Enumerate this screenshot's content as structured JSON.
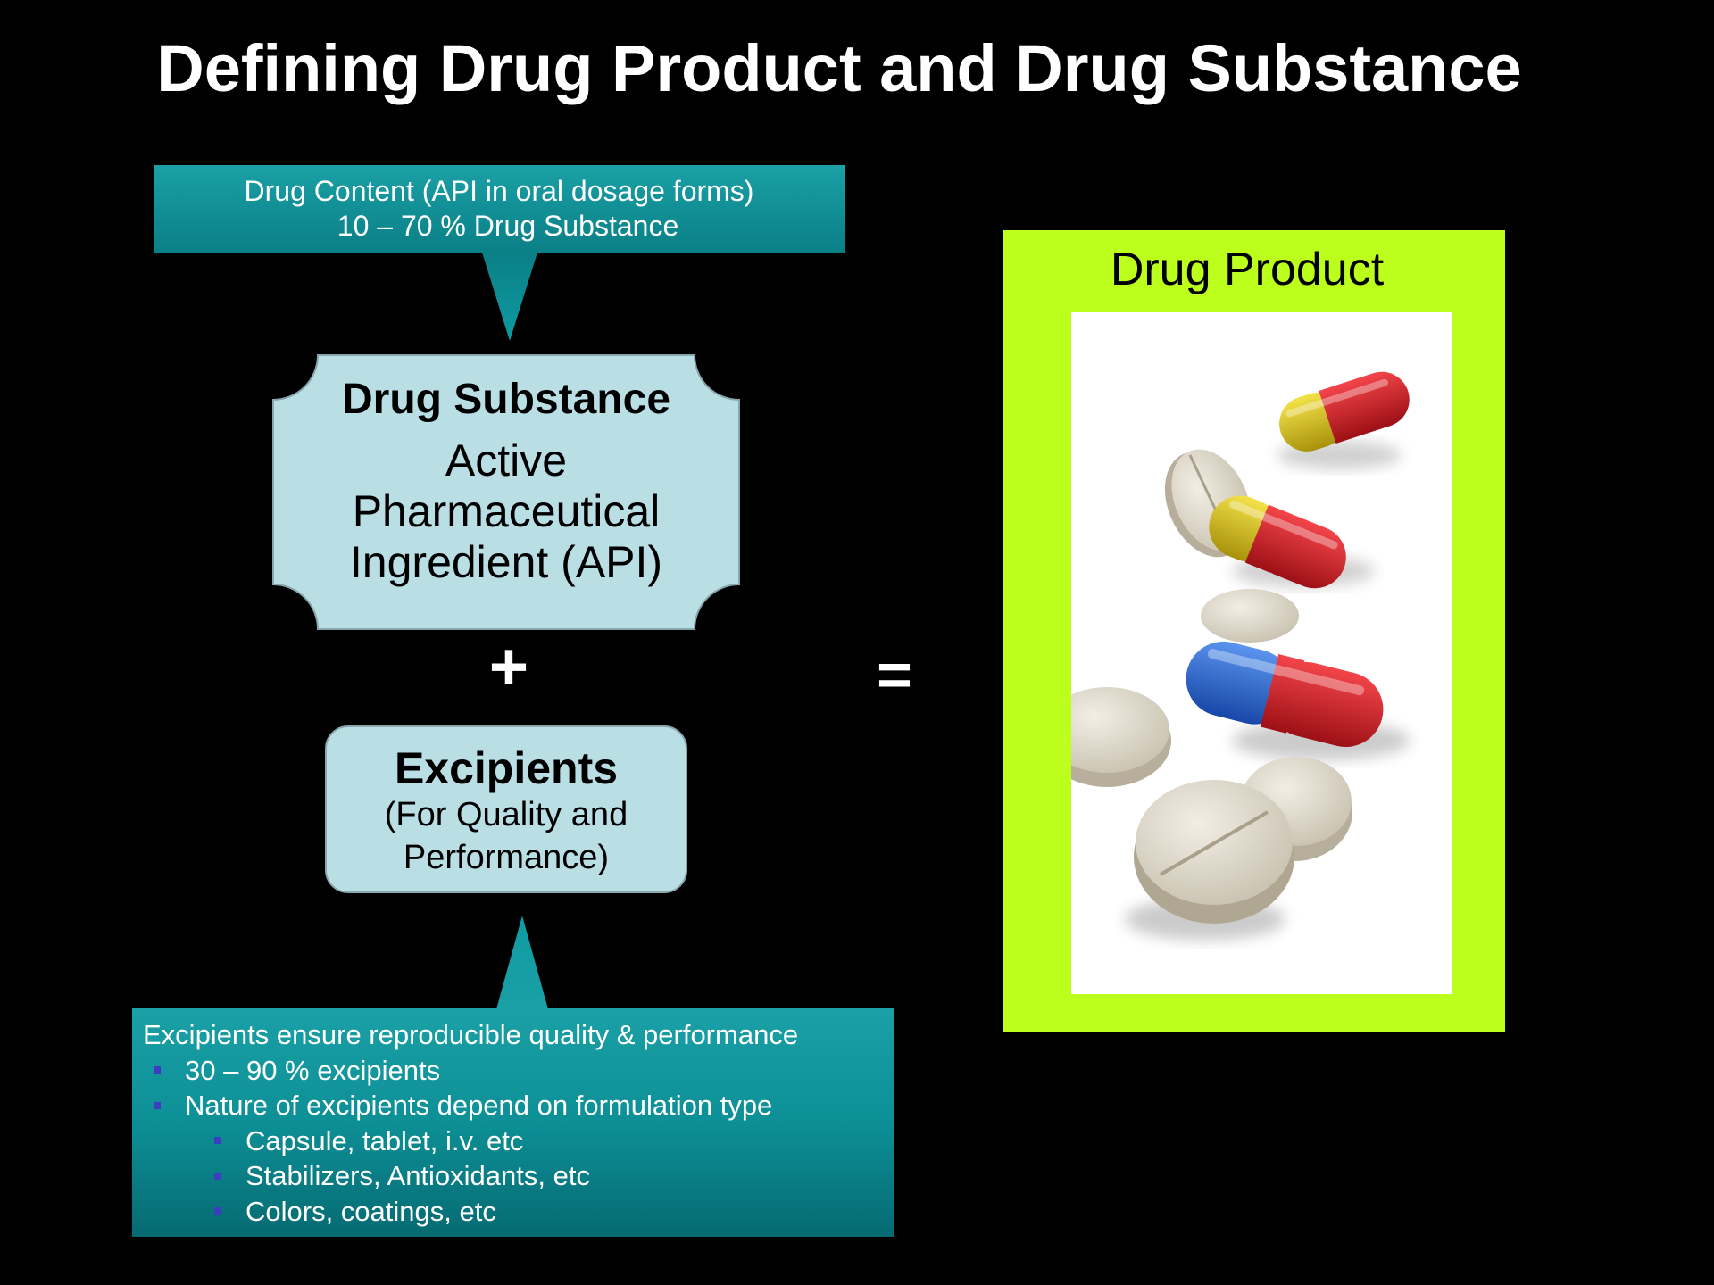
{
  "title": "Defining Drug Product and Drug Substance",
  "top_callout": {
    "line1": "Drug Content (API in oral dosage forms)",
    "line2": "10 – 70 % Drug Substance"
  },
  "drug_substance": {
    "heading": "Drug Substance",
    "body_lines": [
      "Active",
      "Pharmaceutical",
      "Ingredient (API)"
    ]
  },
  "plus_sign": "+",
  "equals_sign": "=",
  "excipients": {
    "heading": "Excipients",
    "sub_lines": [
      "(For Quality and",
      "Performance)"
    ]
  },
  "bottom_callout": {
    "intro": "Excipients ensure reproducible quality &  performance",
    "bullets": [
      "30 – 90 % excipients",
      "Nature of excipients depend on formulation type"
    ],
    "sub_bullets": [
      "Capsule, tablet, i.v. etc",
      "Stabilizers, Antioxidants, etc",
      "Colors, coatings, etc"
    ]
  },
  "drug_product": {
    "label": "Drug Product",
    "image": "pills-and-capsules-photo"
  },
  "colors": {
    "background": "#000000",
    "teal_callout": "#0a8f96",
    "light_teal_box": "#b9dfe5",
    "lime_frame": "#bcff1c",
    "bullet": "#3d3dbf"
  }
}
